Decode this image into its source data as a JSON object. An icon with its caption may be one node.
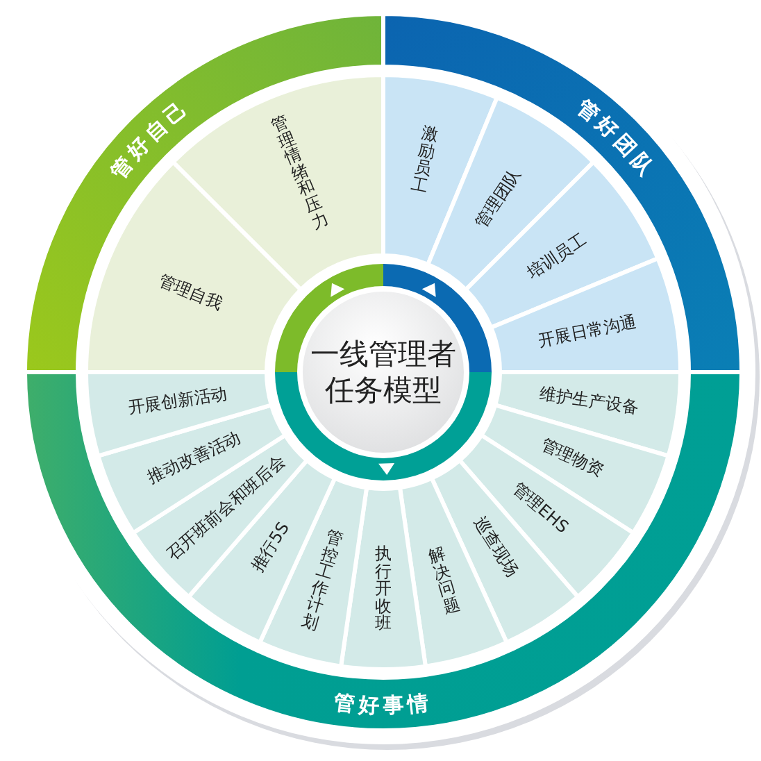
{
  "diagram": {
    "nodes": [
      {
        "text": [
          "一线管理者任务模型"
        ]
      },
      {
        "text": [
          "管好自己"
        ]
      },
      {
        "text": [
          "管好团队"
        ]
      },
      {
        "text": [
          "管好事情"
        ]
      },
      {
        "text": [
          "管理自我"
        ]
      },
      {
        "text": [
          "管理情绪和压力"
        ]
      },
      {
        "text": [
          "激励员工"
        ]
      },
      {
        "text": [
          "管理团队"
        ]
      },
      {
        "text": [
          "培训员工"
        ]
      },
      {
        "text": [
          "开展日常沟通"
        ]
      },
      {
        "text": [
          "维护生产设备"
        ]
      },
      {
        "text": [
          "管理物资"
        ]
      },
      {
        "text": [
          "管理EHS"
        ]
      },
      {
        "text": [
          "巡查现场"
        ]
      },
      {
        "text": [
          "解决问题"
        ]
      },
      {
        "text": [
          "执行开收班"
        ]
      },
      {
        "text": [
          "管控工作计划"
        ]
      },
      {
        "text": [
          "推行5S"
        ]
      },
      {
        "text": [
          "召开班前会和班后会"
        ]
      },
      {
        "text": [
          "推动改善活动"
        ]
      },
      {
        "text": [
          "开展创新活动"
        ]
      }
    ]
  }
}
